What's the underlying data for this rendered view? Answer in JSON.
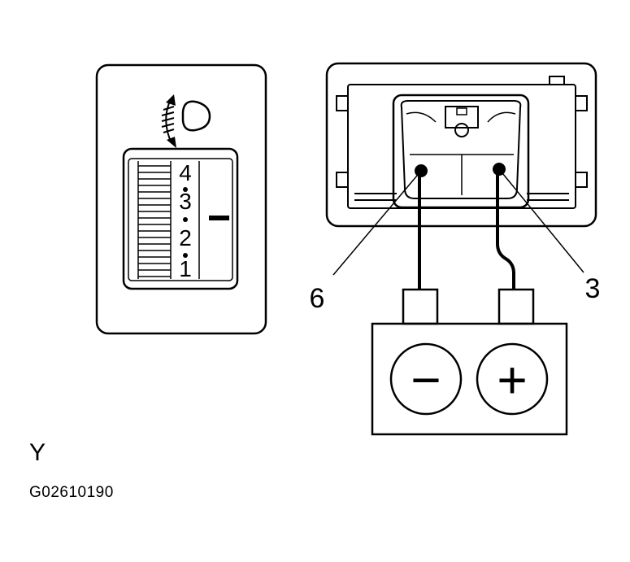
{
  "switch": {
    "dial_numbers": [
      "4",
      "3",
      "2",
      "1"
    ]
  },
  "connector": {
    "terminal_left_label": "6",
    "terminal_right_label": "3"
  },
  "battery": {
    "negative_symbol": "−",
    "positive_symbol": "+"
  },
  "caption": {
    "letter": "Y",
    "code": "G02610190"
  },
  "icons": [
    "headlight-level-icon"
  ],
  "colors": {
    "ink": "#000000",
    "paper": "#ffffff"
  }
}
